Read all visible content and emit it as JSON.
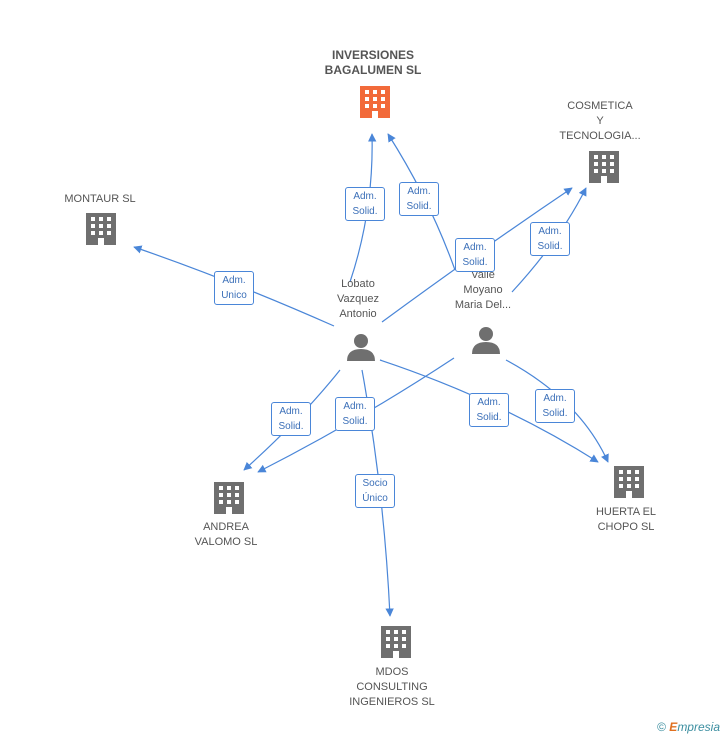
{
  "nodes": {
    "inversiones": {
      "label_line1": "INVERSIONES",
      "label_line2": "BAGALUMEN SL"
    },
    "cosmetica": {
      "label_line1": "COSMETICA",
      "label_line2": "Y",
      "label_line3": "TECNOLOGIA..."
    },
    "montaur": {
      "label_line1": "MONTAUR SL"
    },
    "andrea": {
      "label_line1": "ANDREA",
      "label_line2": "VALOMO SL"
    },
    "huerta": {
      "label_line1": "HUERTA EL",
      "label_line2": "CHOPO SL"
    },
    "mdos": {
      "label_line1": "MDOS",
      "label_line2": "CONSULTING",
      "label_line3": "INGENIEROS SL"
    }
  },
  "persons": {
    "lobato": {
      "line1": "Lobato",
      "line2": "Vazquez",
      "line3": "Antonio"
    },
    "valle": {
      "line1": "Valle",
      "line2": "Moyano",
      "line3": "Maria Del..."
    }
  },
  "edges": [
    {
      "line1": "Adm.",
      "line2": "Solid."
    },
    {
      "line1": "Adm.",
      "line2": "Solid."
    },
    {
      "line1": "Adm.",
      "line2": "Solid."
    },
    {
      "line1": "Adm.",
      "line2": "Solid."
    },
    {
      "line1": "Adm.",
      "line2": "Unico"
    },
    {
      "line1": "Adm.",
      "line2": "Solid."
    },
    {
      "line1": "Adm.",
      "line2": "Solid."
    },
    {
      "line1": "Adm.",
      "line2": "Solid."
    },
    {
      "line1": "Adm.",
      "line2": "Solid."
    },
    {
      "line1": "Socio",
      "line2": "Único"
    }
  ],
  "footer": {
    "copyright": "©",
    "brand_e": "E",
    "brand_rest": "mpresia"
  },
  "colors": {
    "main_company": "#f26a3a",
    "company": "#6f6f6f",
    "person": "#6f6f6f",
    "edge": "#4a86d8"
  }
}
